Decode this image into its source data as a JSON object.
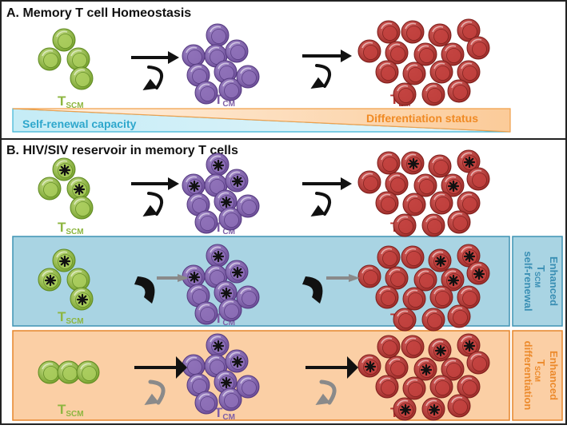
{
  "panel_a": {
    "title": "A. Memory T cell Homeostasis",
    "labels": {
      "scm": "T",
      "scm_sub": "SCM",
      "cm": "T",
      "cm_sub": "CM",
      "em": "T",
      "em_sub": "EM"
    },
    "gradient": {
      "left_text": "Self-renewal capacity",
      "right_text": "Differentiation status"
    }
  },
  "panel_b": {
    "title": "B. HIV/SIV reservoir in memory T cells",
    "side_label_blue": {
      "line1": "Enhanced",
      "line2": "T",
      "line2_sub": "SCM",
      "line3": "self-renewal"
    },
    "side_label_orange": {
      "line1": "Enhanced",
      "line2": "T",
      "line2_sub": "SCM",
      "line3": "differentiation"
    }
  },
  "colors": {
    "green": "#8db640",
    "purple": "#7e5ea6",
    "red": "#b73532",
    "blue_box": "#a9d4e3",
    "orange_box": "#fbcfa5",
    "blue_text": "#3a8fb4",
    "orange_text": "#ec8a2c"
  },
  "icons": [
    "infected-cell-star-icon",
    "self-renewal-arrow-icon",
    "differentiation-arrow-icon"
  ]
}
